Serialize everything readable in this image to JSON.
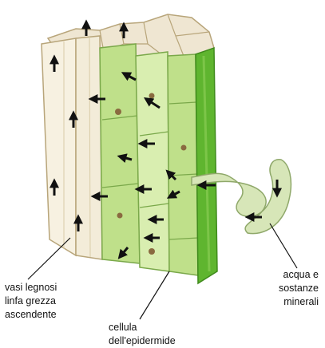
{
  "labels": {
    "vasi": [
      "vasi legnosi",
      "linfa grezza",
      "ascendente"
    ],
    "acqua": [
      "acqua e",
      "sostanze",
      "minerali"
    ],
    "cellula": [
      "cellula",
      "dell'epidermide"
    ]
  },
  "colors": {
    "xylem": "#f3ecd9",
    "xylem_outline": "#b8a57a",
    "cell_green": "#bfe08a",
    "cell_green_light": "#d9eeb0",
    "cell_outline": "#7aa84a",
    "epidermis_dark": "#5fb52f",
    "root_hair": "#d7e6b8",
    "top_cells": "#efe6d2",
    "arrow": "#111111"
  }
}
